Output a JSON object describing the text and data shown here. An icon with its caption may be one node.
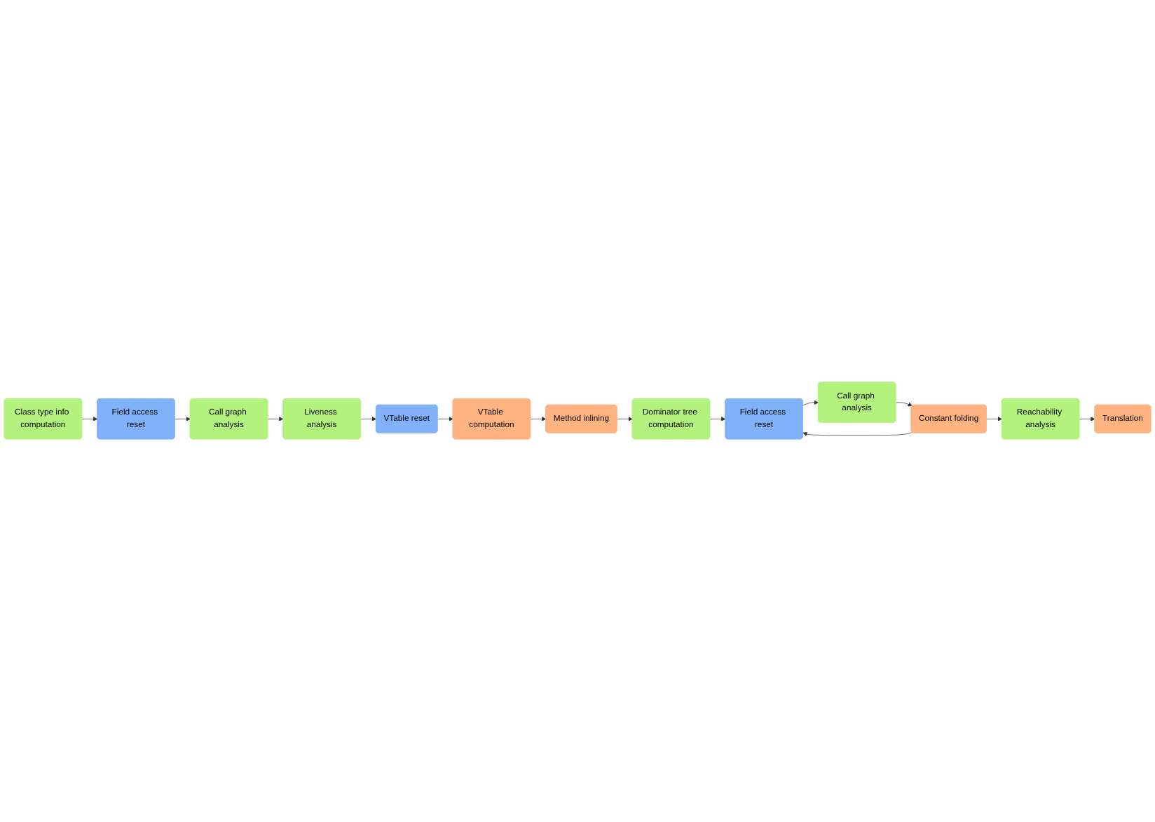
{
  "diagram": {
    "nodes": [
      {
        "text": [
          "Class type info computation"
        ]
      },
      {
        "text": [
          "Field access reset"
        ]
      },
      {
        "text": [
          "Call graph analysis"
        ]
      },
      {
        "text": [
          "Liveness analysis"
        ]
      },
      {
        "text": [
          "VTable reset"
        ]
      },
      {
        "text": [
          "VTable computation"
        ]
      },
      {
        "text": [
          "Method inlining"
        ]
      },
      {
        "text": [
          "Dominator tree computation"
        ]
      },
      {
        "text": [
          "Field access reset"
        ]
      },
      {
        "text": [
          "Call graph analysis"
        ]
      },
      {
        "text": [
          "Constant folding"
        ]
      },
      {
        "text": [
          "Reachability analysis"
        ]
      },
      {
        "text": [
          "Translation"
        ]
      }
    ],
    "edges": [
      {
        "from": 0,
        "to": 1,
        "arrow": "to"
      },
      {
        "from": 1,
        "to": 2,
        "arrow": "to"
      },
      {
        "from": 2,
        "to": 3,
        "arrow": "to"
      },
      {
        "from": 3,
        "to": 4,
        "arrow": "to"
      },
      {
        "from": 4,
        "to": 5,
        "arrow": "to"
      },
      {
        "from": 5,
        "to": 6,
        "arrow": "to"
      },
      {
        "from": 6,
        "to": 7,
        "arrow": "to"
      },
      {
        "from": 7,
        "to": 8,
        "arrow": "to"
      },
      {
        "from": 8,
        "to": 9,
        "arrow": "to"
      },
      {
        "from": 9,
        "to": 10,
        "arrow": "to"
      },
      {
        "from": 10,
        "to": 8,
        "arrow": "to"
      },
      {
        "from": 10,
        "to": 11,
        "arrow": "to"
      },
      {
        "from": 11,
        "to": 12,
        "arrow": "to"
      }
    ]
  }
}
